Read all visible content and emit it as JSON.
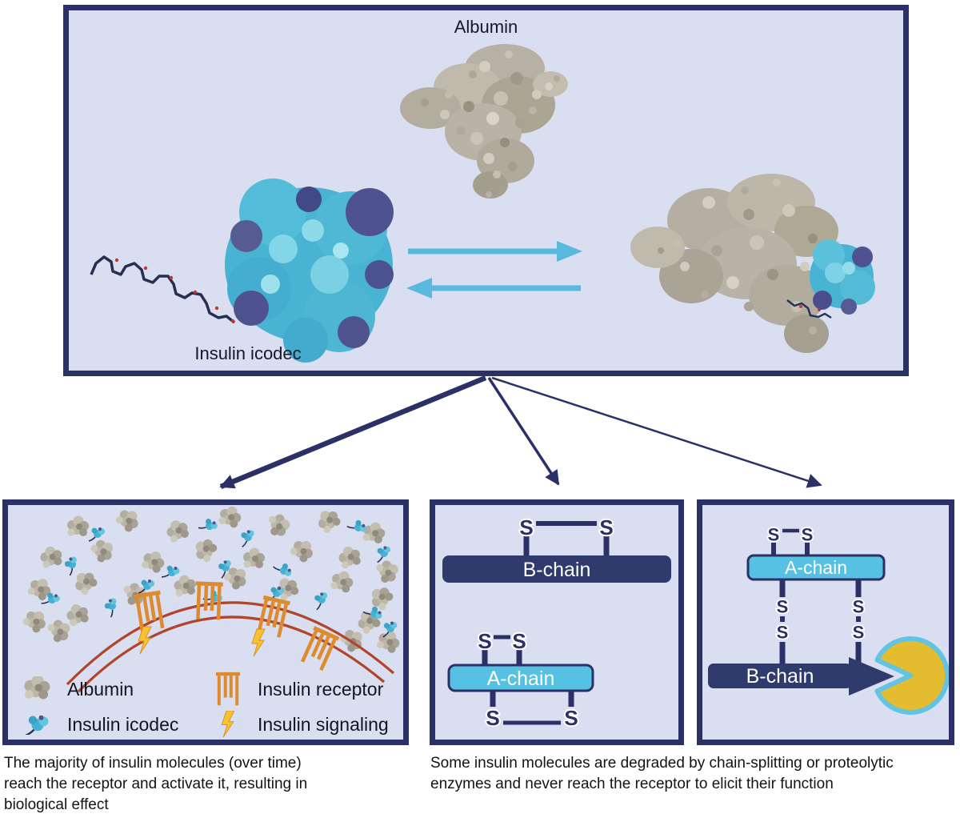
{
  "top_panel": {
    "albumin_label": "Albumin",
    "icodec_label": "Insulin icodec"
  },
  "receptor_panel": {
    "legend": [
      {
        "icon": "albumin-icon",
        "label": "Albumin"
      },
      {
        "icon": "insulin-icodec-icon",
        "label": "Insulin icodec"
      },
      {
        "icon": "insulin-receptor-icon",
        "label": "Insulin receptor"
      },
      {
        "icon": "insulin-signaling-icon",
        "label": "Insulin signaling"
      }
    ]
  },
  "chain_split_panel": {
    "b_chain": "B-chain",
    "a_chain": "A-chain",
    "s": "S"
  },
  "proteolysis_panel": {
    "a_chain": "A-chain",
    "b_chain": "B-chain",
    "s": "S"
  },
  "captions": {
    "left_lines": [
      "The majority of insulin molecules (over time)",
      "reach the receptor and activate it, resulting in",
      "biological effect"
    ],
    "right_lines": [
      "Some insulin molecules are degraded by chain-splitting or proteolytic",
      "enzymes and never reach the receptor to elicit their function"
    ]
  },
  "colors": {
    "panel_bg": "#d9dff0",
    "border_navy": "#2b3166",
    "chain_navy": "#2f3a6d",
    "chain_cyan": "#56c1e2",
    "equilibrium_cyan": "#58b8de",
    "membrane_red": "#b0452c",
    "receptor_orange": "#de8a2f",
    "signal_yellow": "#f5c42e",
    "enzyme_yellow": "#e3bc2f",
    "albumin_gray": "#b4afa2",
    "icodec_cyan": "#49b3d4"
  }
}
